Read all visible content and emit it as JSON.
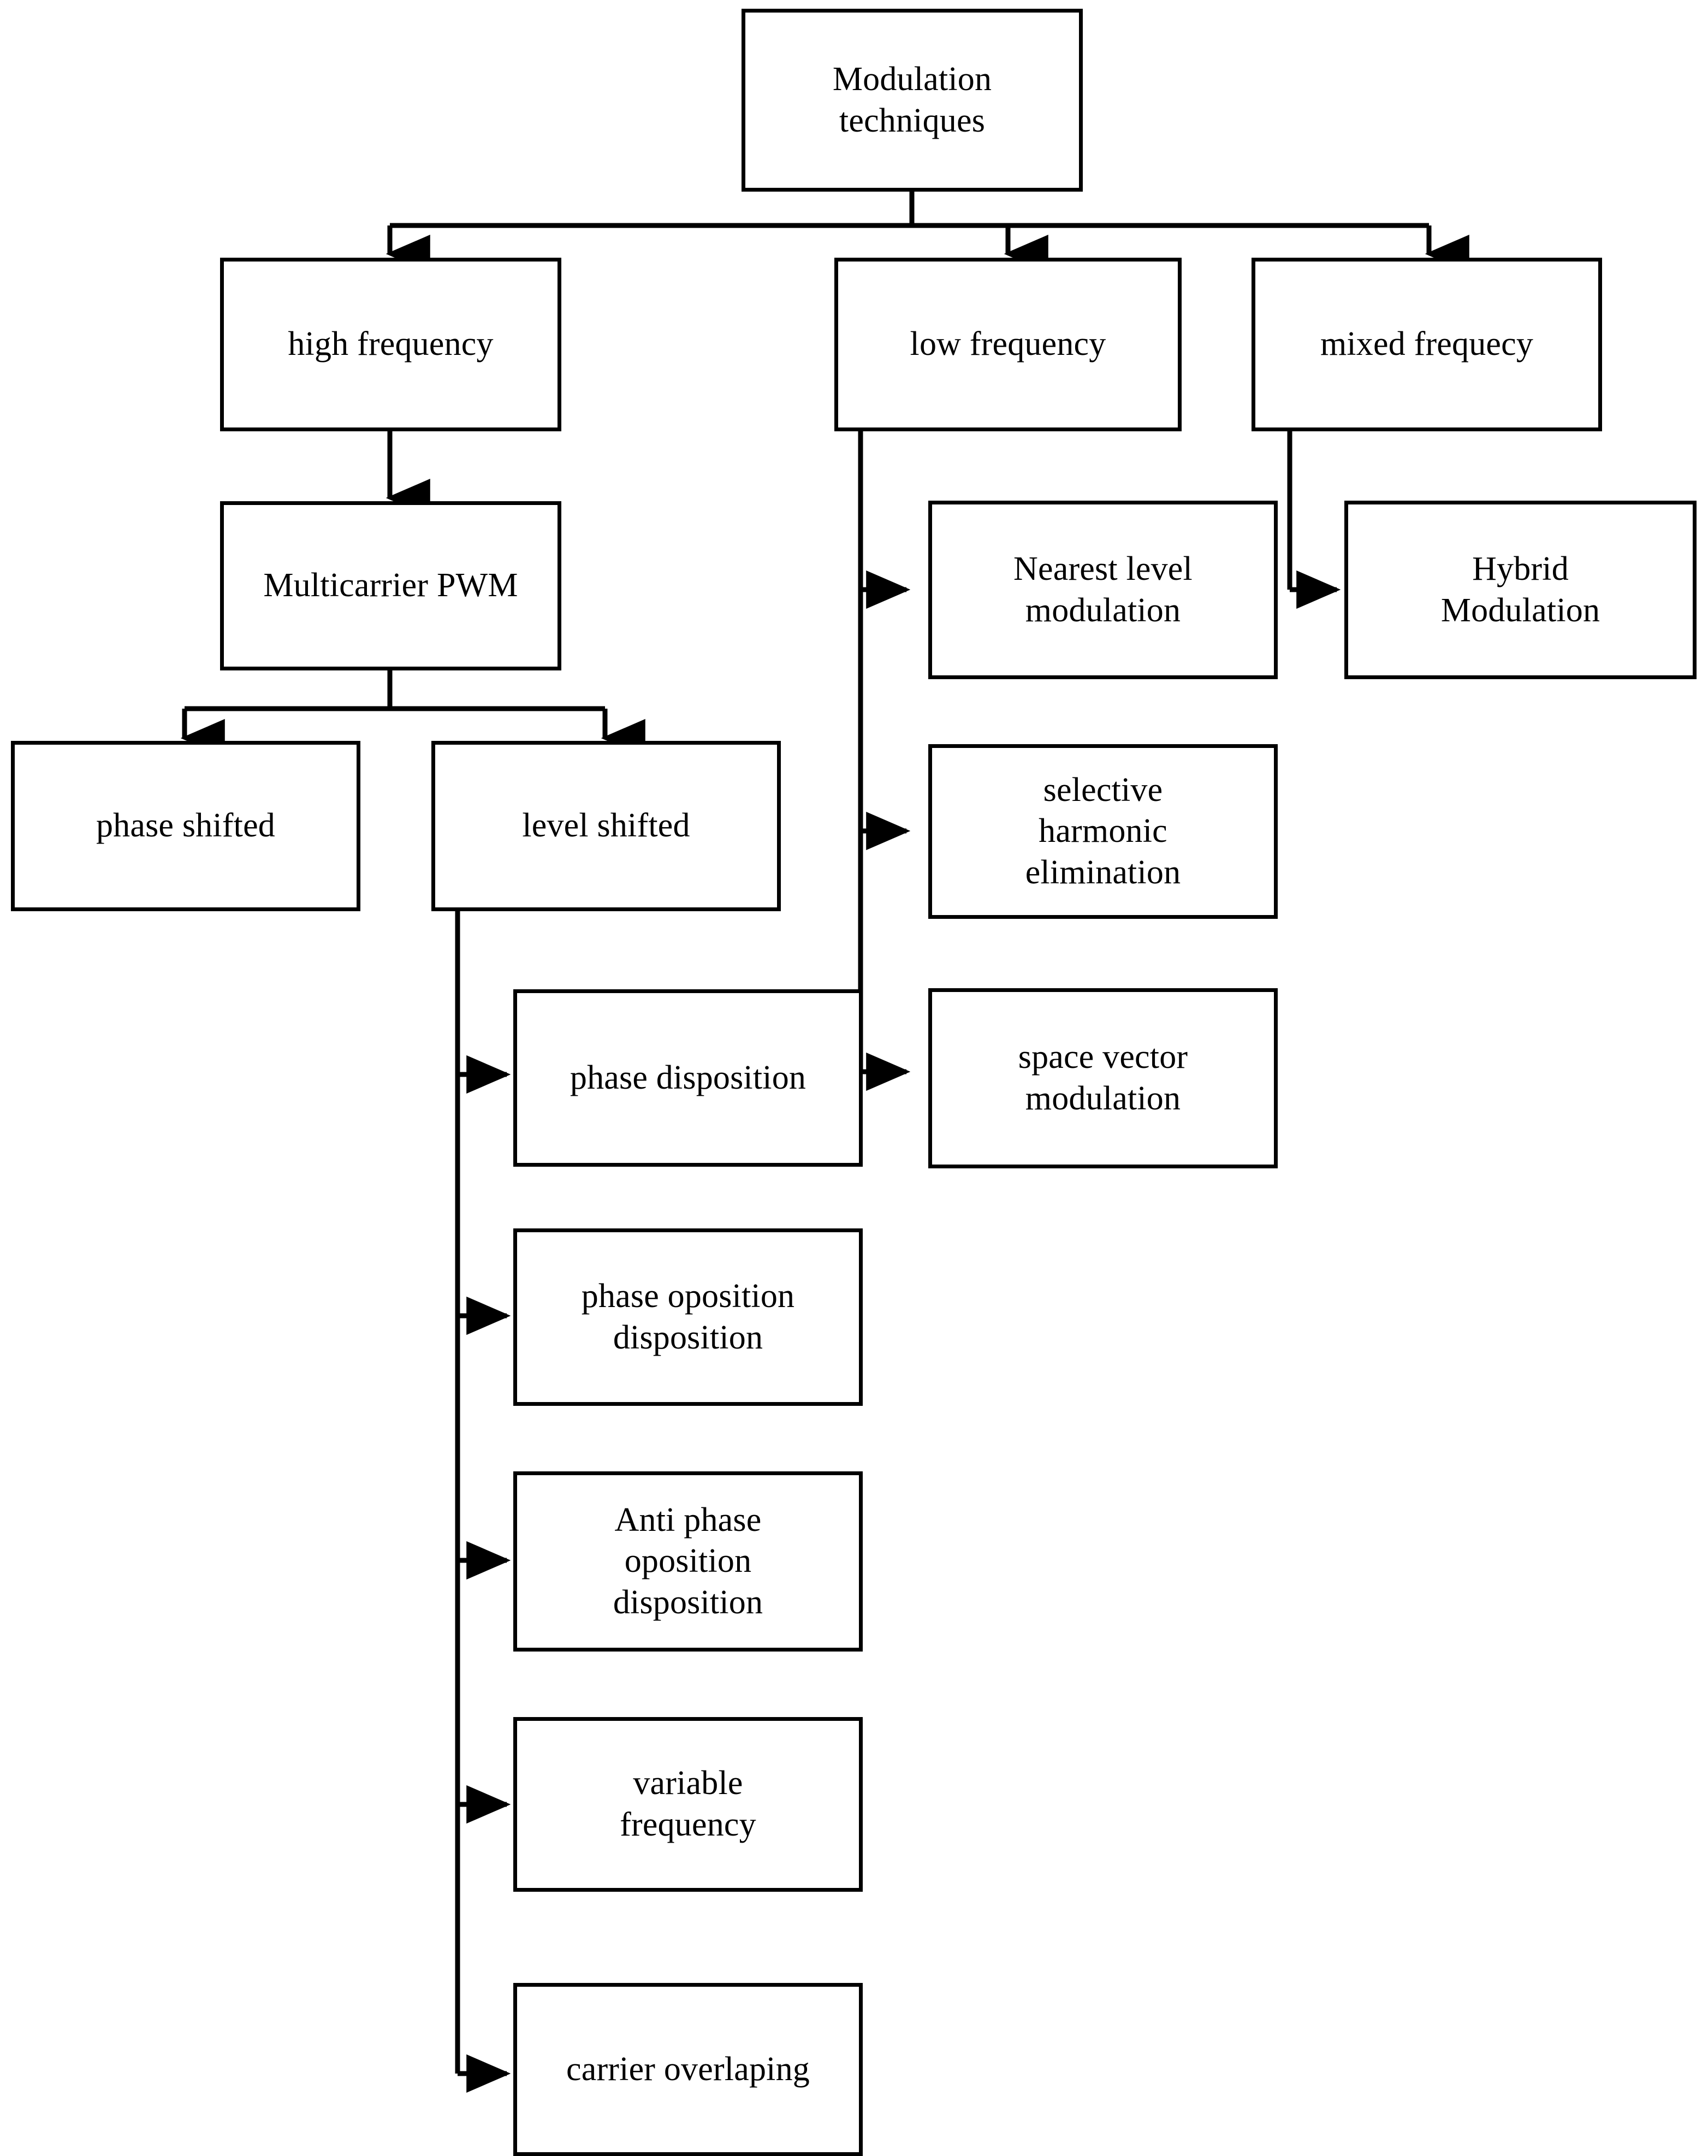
{
  "diagram": {
    "title": "Modulation techniques classification tree",
    "type": "flowchart",
    "orientation": "top-down",
    "stroke_color": "#000000",
    "fill_color": "#ffffff",
    "background": "#ffffff"
  },
  "nodes": {
    "root": {
      "label": "Modulation\ntechniques"
    },
    "high_frequency": {
      "label": "high frequency"
    },
    "low_frequency": {
      "label": "low frequency"
    },
    "mixed_frequency": {
      "label": "mixed frequecy"
    },
    "multicarrier_pwm": {
      "label": "Multicarrier PWM"
    },
    "nearest_level_modulation": {
      "label": "Nearest level\nmodulation"
    },
    "hybrid_modulation": {
      "label": "Hybrid\nModulation"
    },
    "phase_shifted": {
      "label": "phase shifted"
    },
    "level_shifted": {
      "label": "level shifted"
    },
    "selective_harmonic_elimination": {
      "label": "selective\nharmonic\nelimination"
    },
    "space_vector_modulation": {
      "label": "space vector\nmodulation"
    },
    "phase_disposition": {
      "label": "phase disposition"
    },
    "phase_oposition_disposition": {
      "label": "phase oposition\ndisposition"
    },
    "anti_phase_oposition_disposition": {
      "label": "Anti phase\noposition\ndisposition"
    },
    "variable_frequency": {
      "label": "variable\nfrequency"
    },
    "carrier_overlaping": {
      "label": "carrier overlaping"
    }
  },
  "edges": [
    {
      "from": "root",
      "to": "high_frequency"
    },
    {
      "from": "root",
      "to": "low_frequency"
    },
    {
      "from": "root",
      "to": "mixed_frequency"
    },
    {
      "from": "high_frequency",
      "to": "multicarrier_pwm"
    },
    {
      "from": "multicarrier_pwm",
      "to": "phase_shifted"
    },
    {
      "from": "multicarrier_pwm",
      "to": "level_shifted"
    },
    {
      "from": "low_frequency",
      "to": "nearest_level_modulation"
    },
    {
      "from": "low_frequency",
      "to": "selective_harmonic_elimination"
    },
    {
      "from": "low_frequency",
      "to": "space_vector_modulation"
    },
    {
      "from": "mixed_frequency",
      "to": "hybrid_modulation"
    },
    {
      "from": "level_shifted",
      "to": "phase_disposition"
    },
    {
      "from": "level_shifted",
      "to": "phase_oposition_disposition"
    },
    {
      "from": "level_shifted",
      "to": "anti_phase_oposition_disposition"
    },
    {
      "from": "level_shifted",
      "to": "variable_frequency"
    },
    {
      "from": "level_shifted",
      "to": "carrier_overlaping"
    }
  ]
}
